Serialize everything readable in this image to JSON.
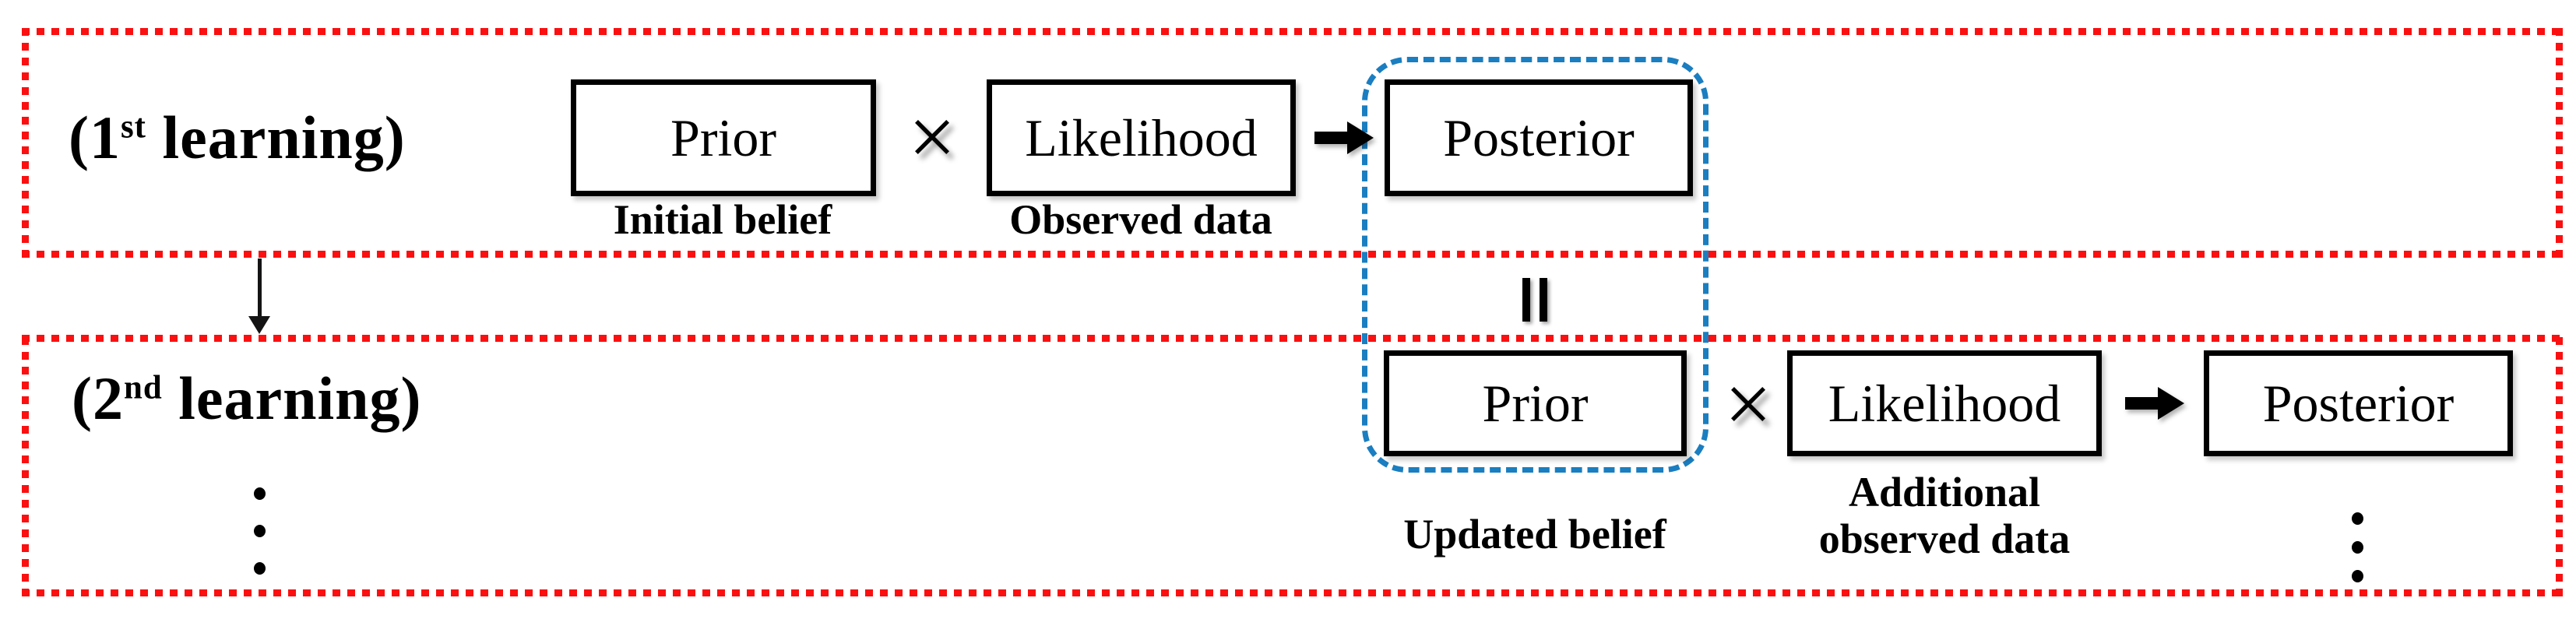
{
  "colors": {
    "enclosure_red": "#fa1010",
    "link_blue": "#1a7ec0",
    "ink_black": "#000000"
  },
  "icons": {
    "multiply_icon": "×",
    "right_arrow_icon": "→",
    "down_arrow_icon": "↓",
    "equals_icon": "‖",
    "vertical_ellipsis_icon": "⋮"
  },
  "row1": {
    "heading_prefix": "(1",
    "heading_sup": "st",
    "heading_suffix": " learning)",
    "prior_box": "Prior",
    "likelihood_box": "Likelihood",
    "posterior_box": "Posterior",
    "prior_caption": "Initial belief",
    "likelihood_caption": "Observed data"
  },
  "row2": {
    "heading_prefix": "(2",
    "heading_sup": "nd",
    "heading_suffix": " learning)",
    "prior_box": "Prior",
    "likelihood_box": "Likelihood",
    "posterior_box": "Posterior",
    "prior_caption": "Updated belief",
    "likelihood_caption_line1": "Additional",
    "likelihood_caption_line2": "observed data"
  }
}
